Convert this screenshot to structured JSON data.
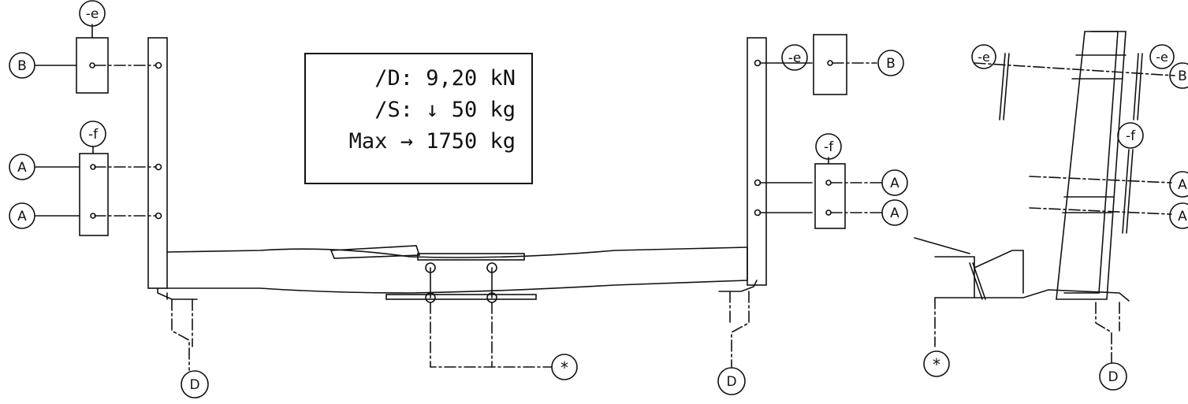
{
  "spec": {
    "lines": [
      "/D: 9,20 kN",
      "/S: ↓ 50 kg",
      "Max → 1750 kg"
    ]
  },
  "labels": {
    "e": "-e",
    "f": "-f",
    "A": "A",
    "B": "B",
    "D": "D",
    "star": "*"
  }
}
